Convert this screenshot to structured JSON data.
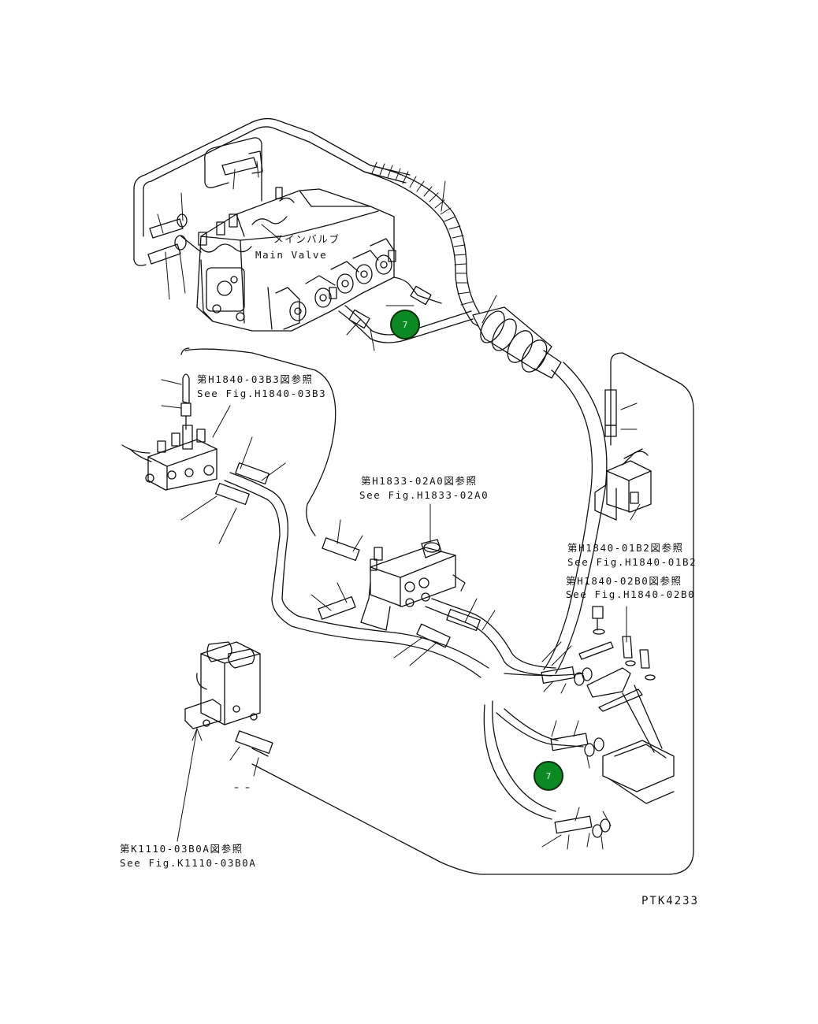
{
  "drawing_code": "PTK4233",
  "callouts": [
    "7",
    "7"
  ],
  "labels": {
    "main_valve_jp": "メインバルブ",
    "main_valve_en": "Main Valve",
    "ref_h1840_03b3_jp": "第H1840-03B3図参照",
    "ref_h1840_03b3_en": "See Fig.H1840-03B3",
    "ref_h1833_02a0_jp": "第H1833-02A0図参照",
    "ref_h1833_02a0_en": "See Fig.H1833-02A0",
    "ref_h1840_01b2_jp": "第H1840-01B2図参照",
    "ref_h1840_01b2_en": "See Fig.H1840-01B2",
    "ref_h1840_02b0_jp": "第H1840-02B0図参照",
    "ref_h1840_02b0_en": "See Fig.H1840-02B0",
    "ref_k1110_03b0a_jp": "第K1110-03B0A図参照",
    "ref_k1110_03b0a_en": "See Fig.K1110-03B0A"
  }
}
